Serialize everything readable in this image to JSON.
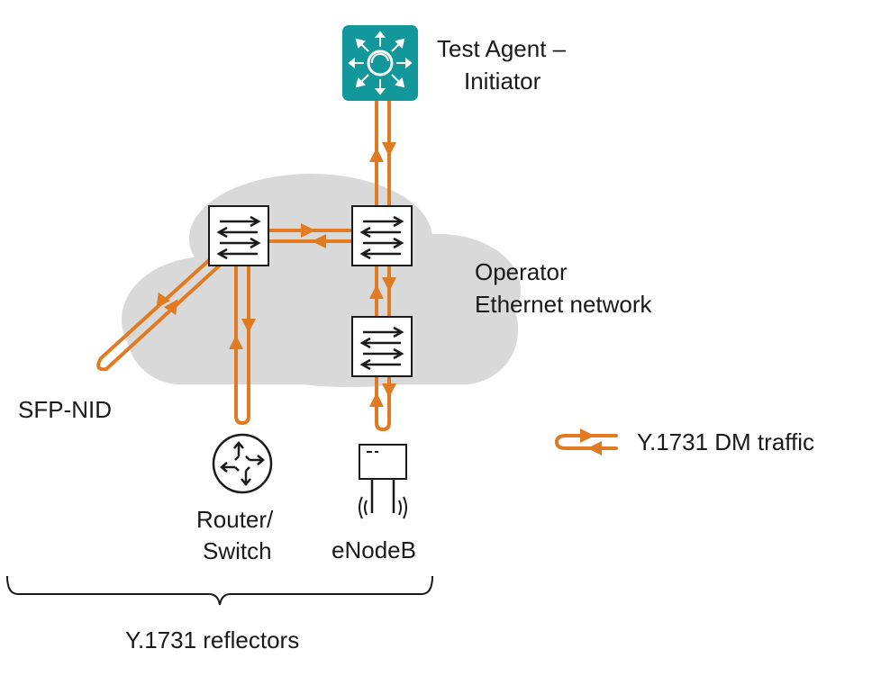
{
  "labels": {
    "initiator_line1": "Test Agent –",
    "initiator_line2": "Initiator",
    "network_line1": "Operator",
    "network_line2": "Ethernet network",
    "sfp_nid": "SFP-NID",
    "router_line1": "Router/",
    "router_line2": "Switch",
    "enodeb": "eNodeB",
    "legend": "Y.1731 DM traffic",
    "reflectors": "Y.1731 reflectors"
  },
  "colors": {
    "traffic": "#e07b22",
    "agent_box": "#12979b",
    "cloud": "#d9d9d9",
    "outline": "#1a1a1a"
  },
  "icons": {
    "initiator": "test-agent-icon",
    "switch": "ethernet-switch-icon",
    "router": "router-icon",
    "enodeb": "enodeb-icon"
  }
}
